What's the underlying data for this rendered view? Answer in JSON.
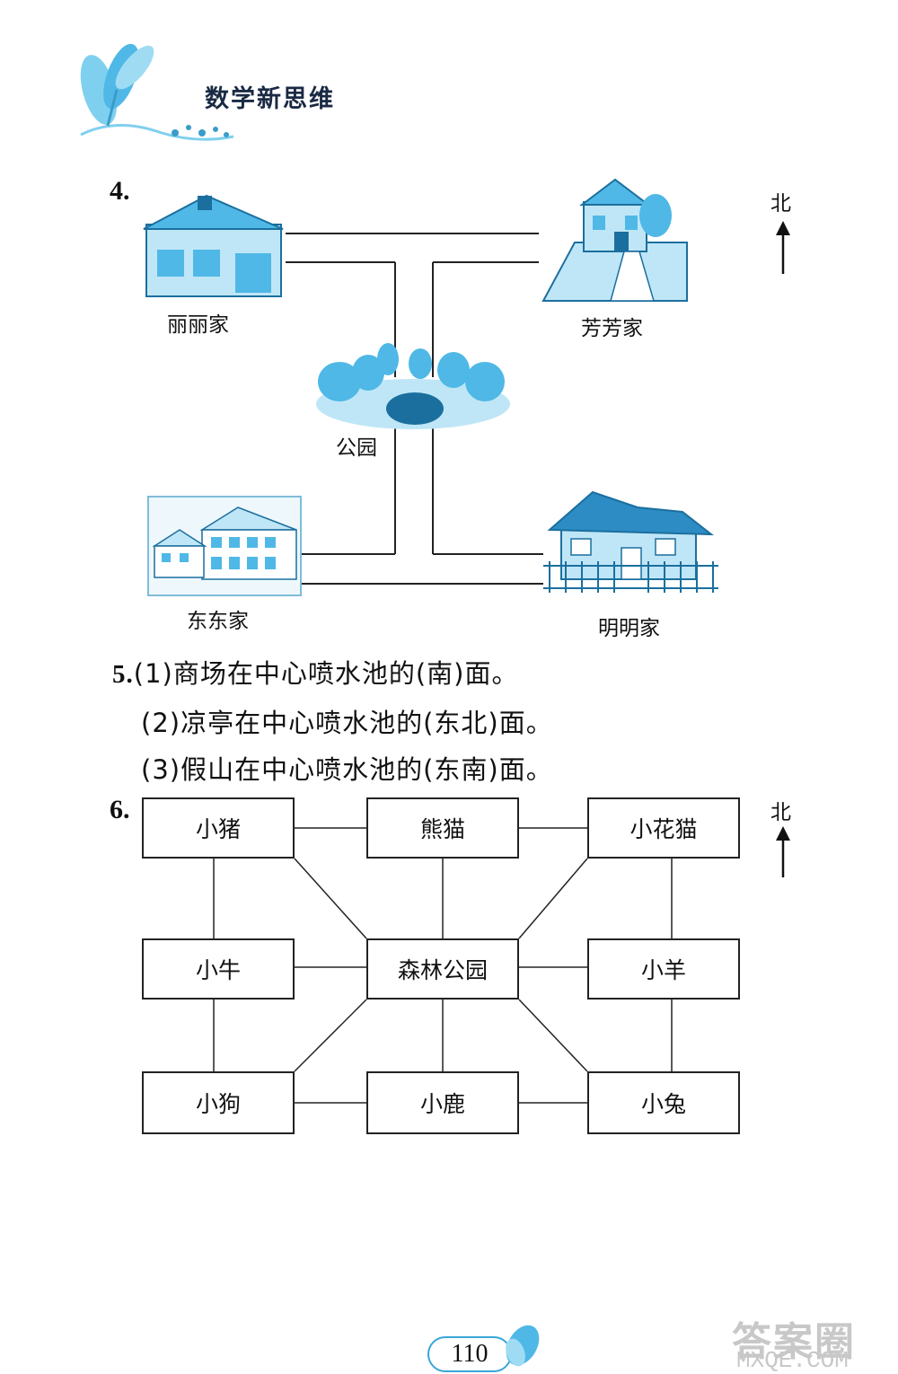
{
  "header": {
    "title": "数学新思维"
  },
  "q4": {
    "number": "4.",
    "north": "北",
    "places": {
      "lili": "丽丽家",
      "fangfang": "芳芳家",
      "park": "公园",
      "dongdong": "东东家",
      "mingming": "明明家"
    }
  },
  "q5": {
    "number": "5.",
    "lines": [
      {
        "text": "(1)商场在中心喷水池的(南)面。"
      },
      {
        "text": "(2)凉亭在中心喷水池的(东北)面。"
      },
      {
        "text": "(3)假山在中心喷水池的(东南)面。"
      }
    ]
  },
  "q6": {
    "number": "6.",
    "north": "北",
    "boxes": {
      "pig": "小猪",
      "panda": "熊猫",
      "cat": "小花猫",
      "cow": "小牛",
      "forest_park": "森林公园",
      "sheep": "小羊",
      "dog": "小狗",
      "deer": "小鹿",
      "rabbit": "小兔"
    }
  },
  "footer": {
    "page_number": "110"
  },
  "watermark": {
    "text": "答案圈",
    "site": "MXQE.COM"
  }
}
